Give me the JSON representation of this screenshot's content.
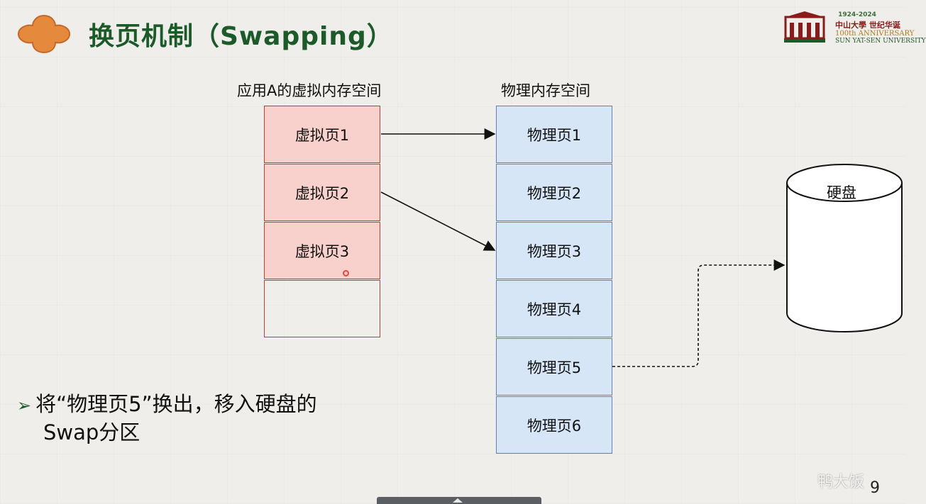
{
  "slide": {
    "title": "换页机制（Swapping）",
    "page_number": "9",
    "watermark_text": "鸭大饭"
  },
  "logo": {
    "years": "1924-2024",
    "name": "中山大學 世纪华诞",
    "anniversary": "100th ANNIVERSARY",
    "university": "SUN YAT-SEN UNIVERSITY"
  },
  "virtual_memory": {
    "label": "应用A的虚拟内存空间",
    "pages": [
      "虚拟页1",
      "虚拟页2",
      "虚拟页3",
      ""
    ]
  },
  "physical_memory": {
    "label": "物理内存空间",
    "pages": [
      "物理页1",
      "物理页2",
      "物理页3",
      "物理页4",
      "物理页5",
      "物理页6"
    ]
  },
  "disk": {
    "label": "硬盘"
  },
  "bullet": {
    "marker": "➢",
    "line1": "将“物理页5”换出，移入硬盘的",
    "line2": "Swap分区"
  },
  "colors": {
    "title": "#1d5a2a",
    "virtual_fill": "#f8d0cc",
    "virtual_border": "#b54038",
    "physical_fill": "#d6e6f7",
    "physical_border": "#5b82b8"
  }
}
